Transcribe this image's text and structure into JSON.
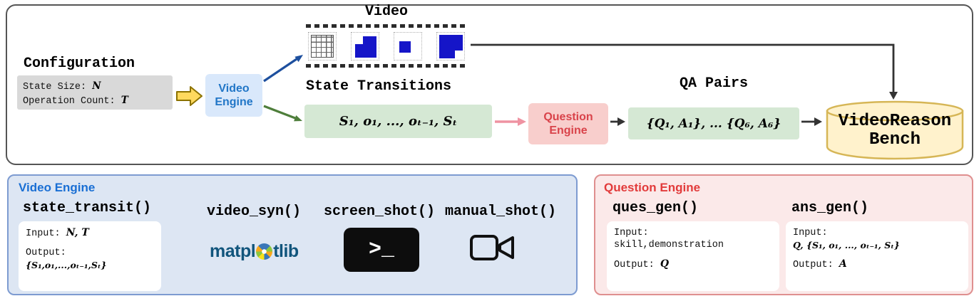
{
  "palette": {
    "engine_blue": "#2176c7",
    "engine_red": "#d9434a",
    "box_green": "#d5e8d4",
    "box_pink": "#f8cecc",
    "box_blue": "#d9e8fb",
    "box_gray": "#d9d9d9",
    "bench_yellow": "#fff2cc",
    "bench_border": "#d6b656",
    "matplotlib_blue": "#11557c",
    "frame_blue": "#1515c8"
  },
  "top_panel": {
    "configuration": {
      "title": "Configuration",
      "state_size_label": "State Size: ",
      "state_size_value": "N",
      "op_count_label": "Operation Count: ",
      "op_count_value": "T"
    },
    "video_engine_box": {
      "line1": "Video",
      "line2": "Engine"
    },
    "video_strip": {
      "title": "Video"
    },
    "state_transitions": {
      "title": "State Transitions",
      "sequence": "S₁, o₁, ..., oₜ₋₁, Sₜ"
    },
    "question_engine_box": {
      "line1": "Question",
      "line2": "Engine"
    },
    "qa_pairs": {
      "title": "QA Pairs",
      "value": "{Q₁, A₁}, ... {Q₆, A₆}"
    },
    "bench": {
      "line1": "VideoReason",
      "line2": "Bench"
    }
  },
  "video_engine_panel": {
    "title": "Video Engine",
    "state_transit": {
      "name": "state_transit()",
      "input_label": "Input: ",
      "input_value": "N, T",
      "output_label": "Output:",
      "output_value": "{S₁,o₁,...,oₜ₋₁,Sₜ}"
    },
    "video_syn": {
      "name": "video_syn()",
      "logo_left": "matpl",
      "logo_right": "tlib"
    },
    "screen_shot": {
      "name": "screen_shot()",
      "terminal_glyph": ">_"
    },
    "manual_shot": {
      "name": "manual_shot()"
    }
  },
  "question_engine_panel": {
    "title": "Question Engine",
    "ques_gen": {
      "name": "ques_gen()",
      "input_label": "Input:",
      "input_value": "skill,demonstration",
      "output_label": "Output: ",
      "output_value": "Q"
    },
    "ans_gen": {
      "name": "ans_gen()",
      "input_label": "Input:",
      "input_value": "Q, {S₁, o₁, ..., oₜ₋₁, Sₜ}",
      "output_label": "Output: ",
      "output_value": "A"
    }
  }
}
